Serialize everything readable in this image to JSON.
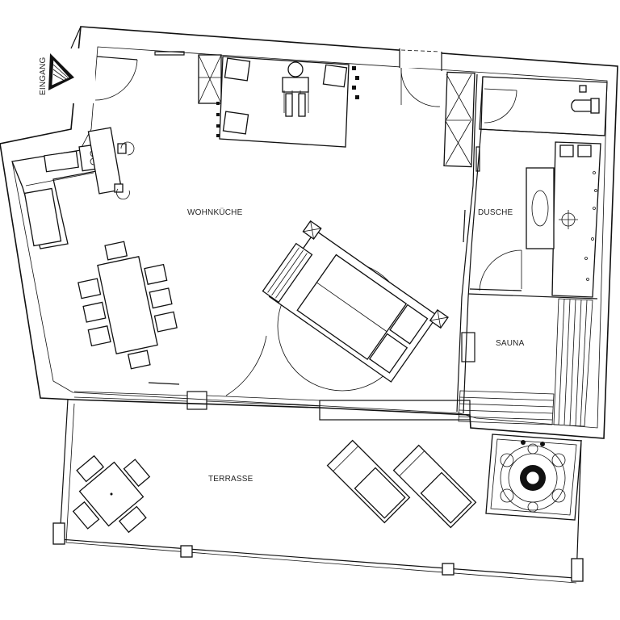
{
  "rooms": {
    "entrance": "EINGANG",
    "living_kitchen": "WOHNKÜCHE",
    "shower": "DUSCHE",
    "sauna": "SAUNA",
    "terrace": "TERRASSE"
  },
  "colors": {
    "line": "#111111",
    "background": "#ffffff"
  },
  "icons": [
    "entrance-arrow-icon",
    "person-icon",
    "toilet-icon",
    "shower-drain-icon",
    "hot-tub-icon"
  ]
}
